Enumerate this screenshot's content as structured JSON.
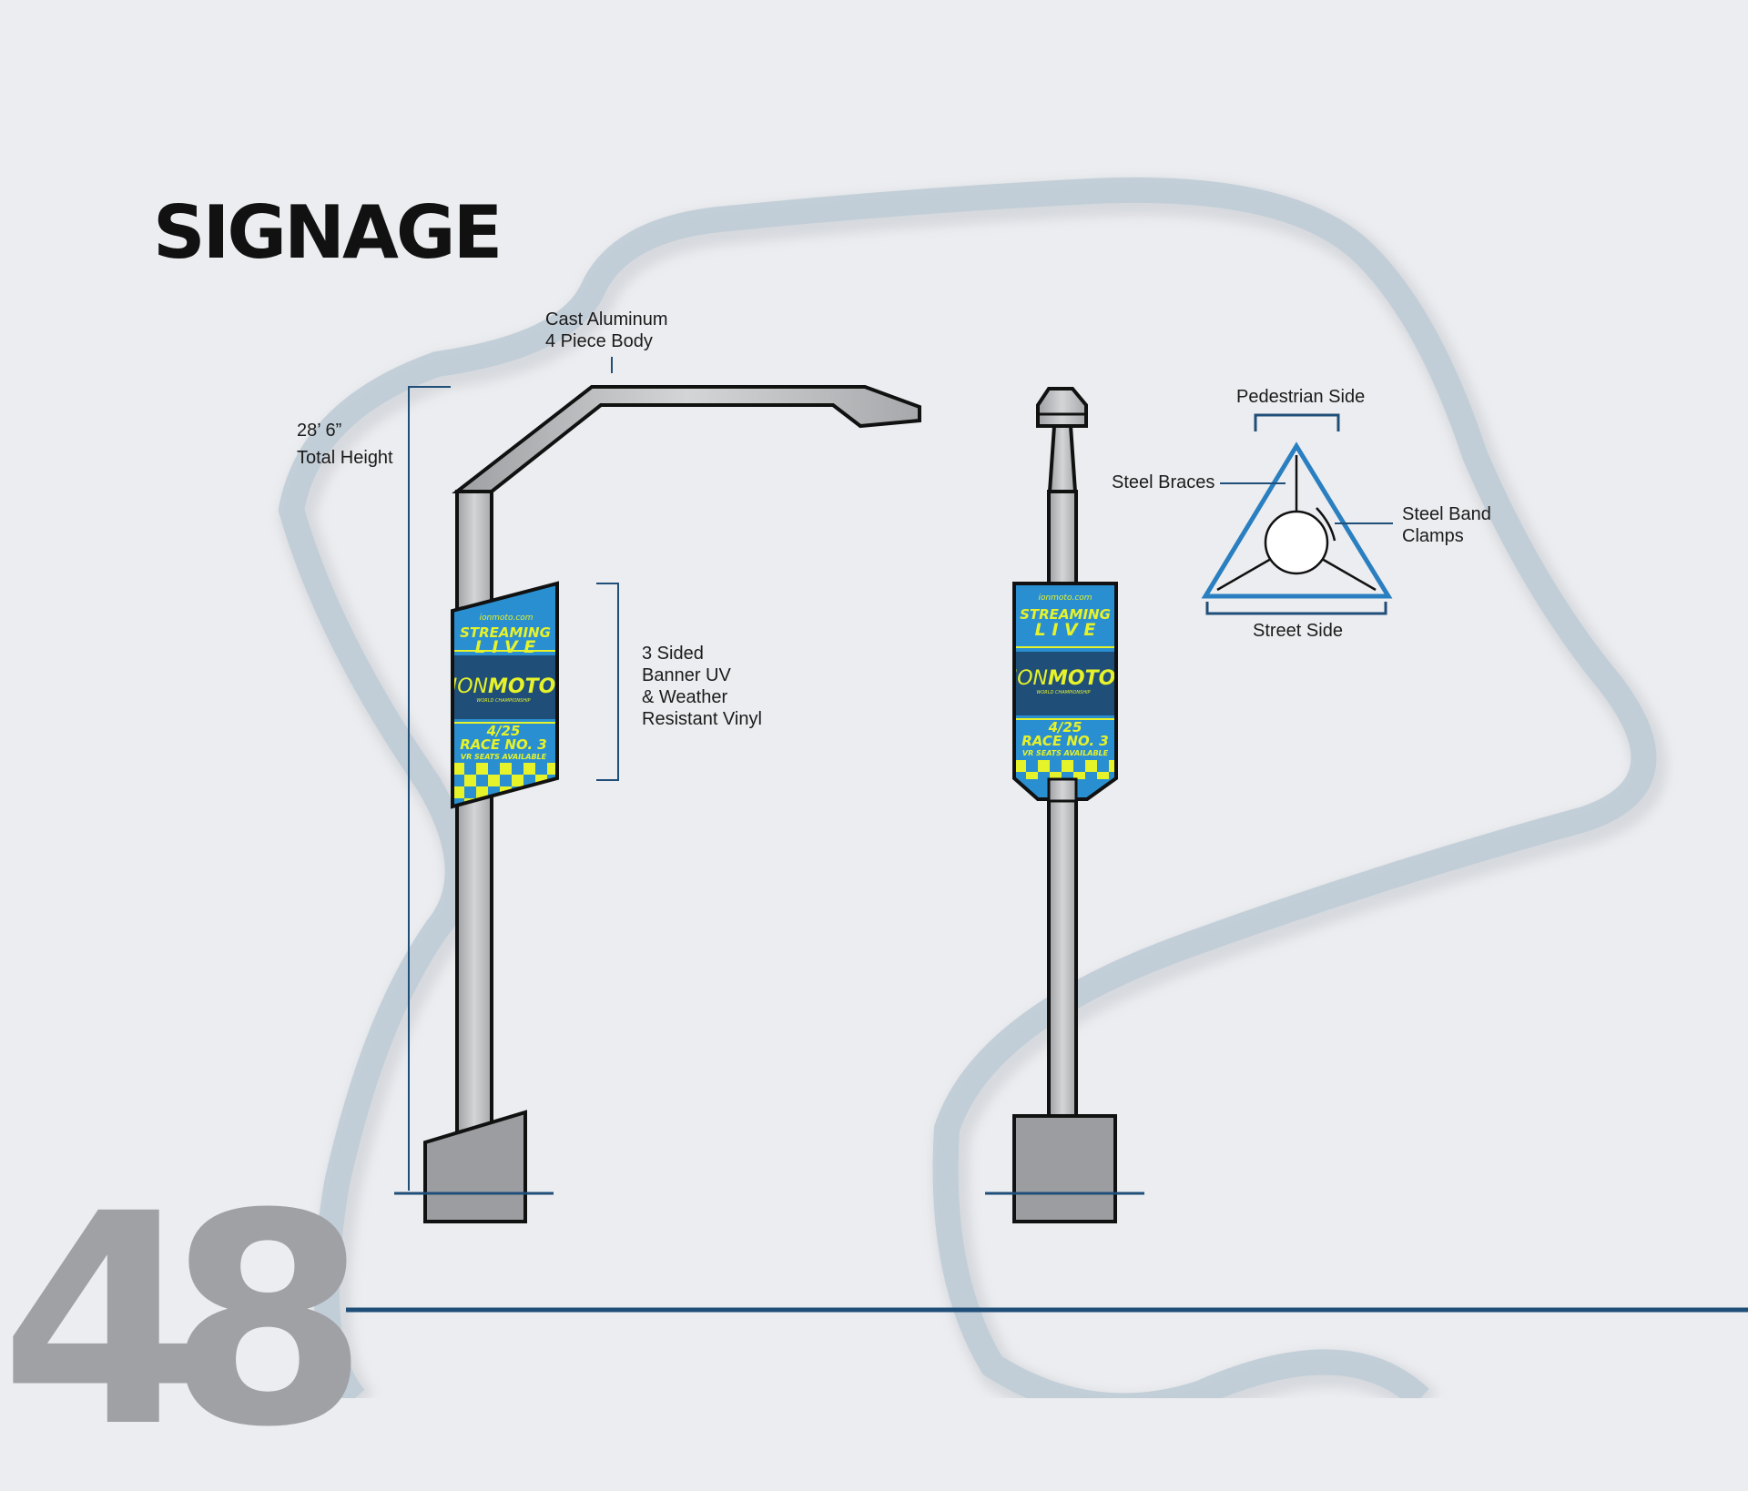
{
  "page": {
    "title": "SIGNAGE",
    "page_number": "48"
  },
  "callouts": {
    "body": [
      "Cast Aluminum",
      "4 Piece Body"
    ],
    "height": [
      "28’ 6”",
      "Total Height"
    ],
    "banner": [
      "3 Sided",
      "Banner UV",
      "& Weather",
      "Resistant Vinyl"
    ],
    "pedestrian_side": "Pedestrian Side",
    "steel_braces": "Steel Braces",
    "steel_band": [
      "Steel Band",
      "Clamps"
    ],
    "street_side": "Street Side"
  },
  "banner": {
    "url": "ionmoto.com",
    "streaming": "STREAMING",
    "live": "L I V E",
    "brand_ion": "ION",
    "brand_moto": "MOTO",
    "brand_sub": "WORLD CHAMPIONSHIP",
    "date": "4/25",
    "race": "RACE NO. 3",
    "seats": "VR SEATS AVAILABLE"
  },
  "colors": {
    "background": "#ecedf0",
    "track": "#bfccd6",
    "pole": "#b9babd",
    "accent_navy": "#1f4e78",
    "accent_blue": "#2a7fc0",
    "banner_blue": "#2a8fd0",
    "banner_yellow": "#e6f22a"
  }
}
